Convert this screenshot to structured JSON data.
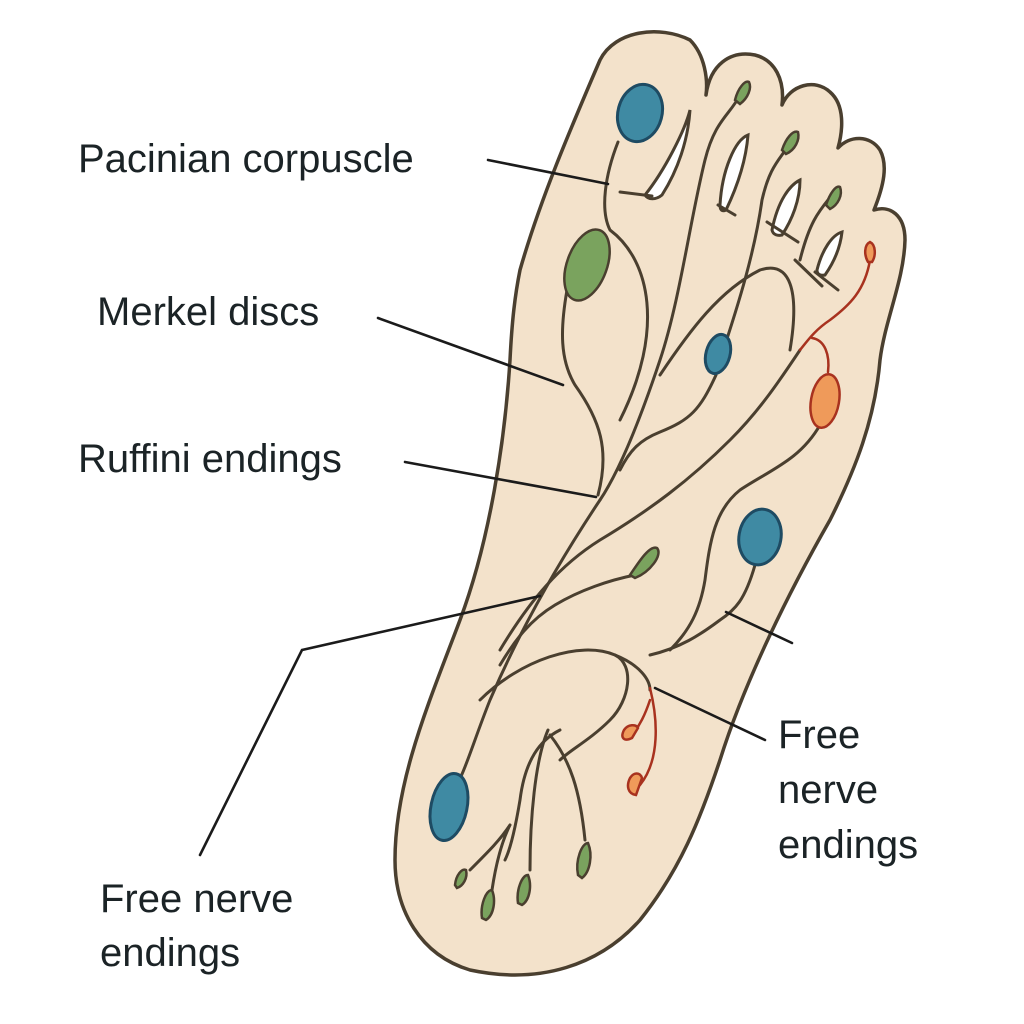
{
  "diagram": {
    "subject": "Sole of the foot with skin mechanoreceptors",
    "colors": {
      "skin": "#f3e2cb",
      "outline": "#4a3f2f",
      "blue_receptor": "#3f8aa3",
      "blue_edge": "#1e4b63",
      "green_receptor": "#7aa35e",
      "orange_receptor": "#ef9a5a",
      "red_nerve": "#a8321f",
      "text": "#1b2326"
    },
    "labels": [
      {
        "id": "pacinian",
        "text": "Pacinian corpuscle"
      },
      {
        "id": "merkel",
        "text": "Merkel discs"
      },
      {
        "id": "ruffini",
        "text": "Ruffini endings"
      },
      {
        "id": "free-left",
        "text": "Free nerve\nendings"
      },
      {
        "id": "free-right",
        "text": "Free\nnerve\nendings"
      }
    ],
    "receptors": {
      "pacinian_corpuscles": 4,
      "merkel_discs": 9,
      "ruffini_endings": 1,
      "free_nerve_endings_red": 3
    }
  }
}
